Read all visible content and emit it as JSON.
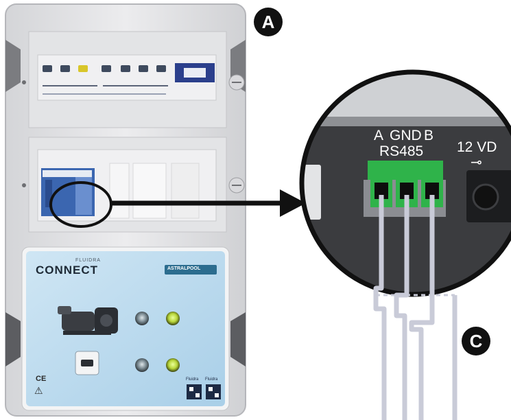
{
  "callouts": {
    "a": "A",
    "c": "C"
  },
  "terminal": {
    "pin_a": "A",
    "pin_gnd": "GND",
    "pin_b": "B",
    "bus_name": "RS485",
    "power_label": "12 VD"
  },
  "control_box": {
    "brand_small": "FLUIDRA",
    "brand_main": "CONNECT",
    "partner_logo": "ASTRALPOOL",
    "ce_mark": "CE",
    "warning_symbol": "⚠",
    "qr_label_1": "Fluidra",
    "qr_label_2": "Fluidra"
  },
  "colors": {
    "terminal_green": "#2fb34a",
    "panel_blue": "#b9d9ee",
    "cable_grey": "#c9cbd8",
    "callout_black": "#111111",
    "cabinet_grey": "#e6e6e8",
    "module_blue": "#2b3f8c"
  }
}
